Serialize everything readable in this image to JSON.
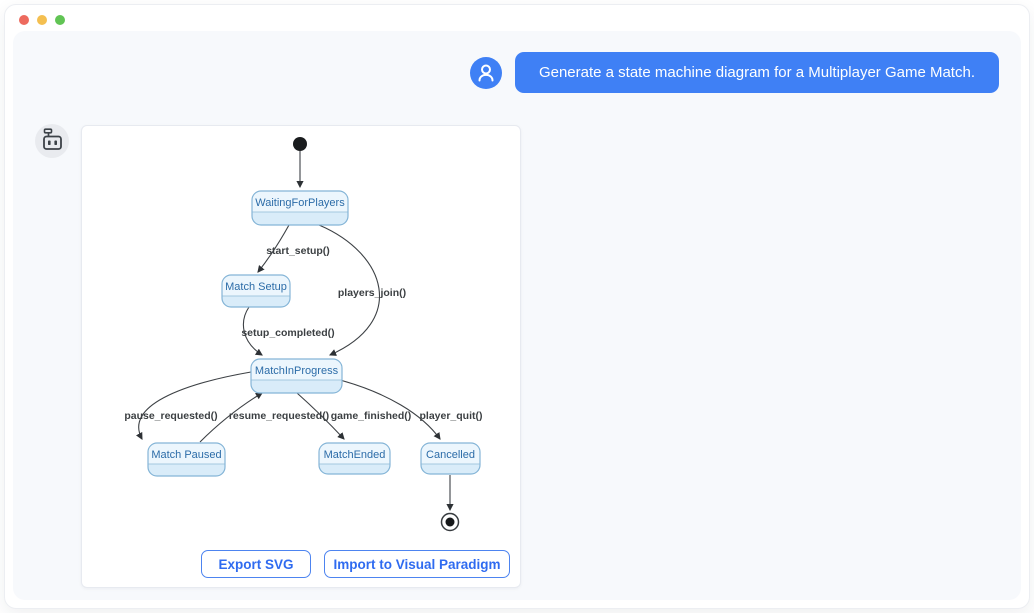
{
  "window": {
    "controls": [
      {
        "icon": "close-circle-icon"
      },
      {
        "icon": "minimize-circle-icon"
      },
      {
        "icon": "zoom-circle-icon"
      }
    ]
  },
  "chat": {
    "user_avatar_icon": "person-icon",
    "user_message": "Generate a state machine diagram for a Multiplayer Game Match.",
    "bot_avatar_icon": "robot-icon"
  },
  "diagram": {
    "kind": "uml-state-machine",
    "states": [
      {
        "name": "WaitingForPlayers"
      },
      {
        "name": "Match Setup"
      },
      {
        "name": "MatchInProgress"
      },
      {
        "name": "Match Paused"
      },
      {
        "name": "MatchEnded"
      },
      {
        "name": "Cancelled"
      }
    ],
    "pseudostates": [
      "initial",
      "final"
    ],
    "transitions": [
      {
        "from": "initial",
        "to": "WaitingForPlayers",
        "label": ""
      },
      {
        "from": "WaitingForPlayers",
        "to": "Match Setup",
        "label": "start_setup()"
      },
      {
        "from": "WaitingForPlayers",
        "to": "MatchInProgress",
        "label": "players_join()"
      },
      {
        "from": "Match Setup",
        "to": "MatchInProgress",
        "label": "setup_completed()"
      },
      {
        "from": "MatchInProgress",
        "to": "Match Paused",
        "label": "pause_requested()"
      },
      {
        "from": "Match Paused",
        "to": "MatchInProgress",
        "label": "resume_requested()"
      },
      {
        "from": "MatchInProgress",
        "to": "MatchEnded",
        "label": "game_finished()"
      },
      {
        "from": "MatchInProgress",
        "to": "Cancelled",
        "label": "player_quit()"
      },
      {
        "from": "Cancelled",
        "to": "final",
        "label": ""
      }
    ]
  },
  "actions": {
    "export_svg_label": "Export SVG",
    "import_vp_label": "Import to Visual Paradigm"
  },
  "colors": {
    "accent_blue": "#3f80f5",
    "content_background": "#f7f9fc",
    "state_fill_title": "#ecf6fd",
    "state_fill_body": "#d9ecf9",
    "state_border": "#85b5d7",
    "state_text": "#2c6ca8",
    "transition_text": "#3c4043",
    "arrow": "#3d4145",
    "traffic_red": "#ed6a5e",
    "traffic_yellow": "#f4bf50",
    "traffic_green": "#61c454",
    "button_text": "#2f6bf0",
    "button_border": "#4d84f0"
  }
}
